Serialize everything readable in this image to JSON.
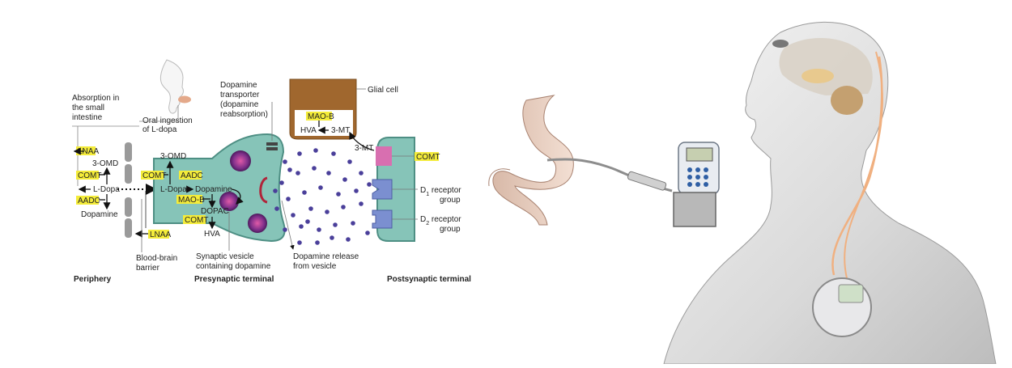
{
  "labels": {
    "absorption": [
      "Absorption in",
      "the small",
      "intestine"
    ],
    "oral_ingestion": [
      "Oral ingestion",
      "of L-dopa"
    ],
    "lnaa_left": "LNAA",
    "three_omd_left": "3-OMD",
    "comt_left": "COMT",
    "ldopa_left": "L-Dopa",
    "aadc_left": "AADC",
    "dopamine_left": "Dopamine",
    "lnaa_bottom": "LNAA",
    "blood_brain_barrier": [
      "Blood-brain",
      "barrier"
    ],
    "periphery": "Periphery",
    "three_omd_pre": "3-OMD",
    "comt_pre": "COMT",
    "aadc_pre": "AADC",
    "ldopa_pre": "L-Dopa",
    "dopamine_pre": "Dopamine",
    "maob_pre": "MAO-B",
    "dopac": "DOPAC",
    "comt_pre2": "COMT",
    "hva_pre": "HVA",
    "synaptic_vesicle": [
      "Synaptic vesicle",
      "containing dopamine"
    ],
    "presynaptic_terminal": "Presynaptic terminal",
    "dopamine_transporter": [
      "Dopamine",
      "transporter",
      "(dopamine",
      "reabsorption)"
    ],
    "glial_cell": "Glial cell",
    "maob_glial": "MAO-B",
    "hva_glial": "HVA",
    "three_mt_glial": "3-MT",
    "three_mt_post": "3-MT",
    "comt_post": "COMT",
    "d1_receptor": [
      "D",
      "1",
      " receptor",
      "group"
    ],
    "d2_receptor": [
      "D",
      "2",
      " receptor",
      "group"
    ],
    "dopamine_release": [
      "Dopamine release",
      "from vesicle"
    ],
    "postsynaptic_terminal": "Postsynaptic terminal"
  },
  "colors": {
    "highlight": "#f4ec3a",
    "cell_fill": "#86c4b8",
    "cell_stroke": "#4e8f84",
    "glial_fill": "#a0672e",
    "dot": "#4a3f9a",
    "vesicle": "#6b2a7a",
    "receptor": "#7b8fd0",
    "comt_box": "#d86fb0"
  },
  "icons": [
    "face-icon",
    "stomach-icon",
    "infusion-pump-icon",
    "human-torso-icon",
    "brain-icon",
    "stimulator-device-icon"
  ]
}
